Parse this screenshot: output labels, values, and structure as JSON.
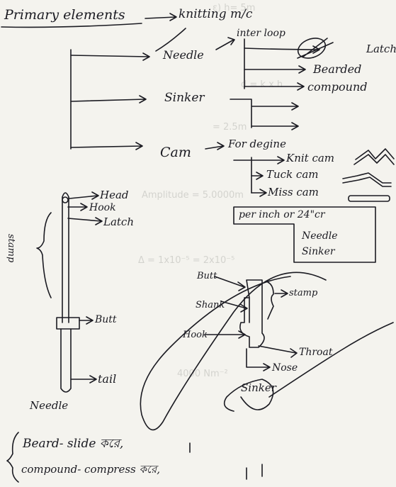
{
  "notes": {
    "title": "Primary elements",
    "title_arrow_target": "knitting m/c",
    "branches": {
      "needle": "Needle",
      "sinker": "Sinker",
      "cam": "Cam",
      "for_degine": "For degine",
      "interloop": "inter loop",
      "latch": "Latch",
      "bearded": "Bearded",
      "compound": "compound",
      "knit_cam": "Knit cam",
      "tuck_cam": "Tuck cam",
      "miss_cam": "Miss cam"
    },
    "needle_diagram": {
      "head": "Head",
      "hook": "Hook",
      "latch": "Latch",
      "stamp": "stamp",
      "butt": "Butt",
      "tail": "tail",
      "caption": "Needle"
    },
    "per_inch_box": {
      "line1": "per inch or 24\"cr",
      "line2": "Needle",
      "line3": "Sinker"
    },
    "sinker_diagram": {
      "butt": "Butt",
      "shank": "Shank",
      "stamp": "stamp",
      "hook": "Hook",
      "throat": "Throat",
      "nose": "Nose",
      "caption": "Sinker"
    },
    "footnote": {
      "line1": "Beard- slide করে,",
      "line2": "compound- compress করে,"
    }
  }
}
